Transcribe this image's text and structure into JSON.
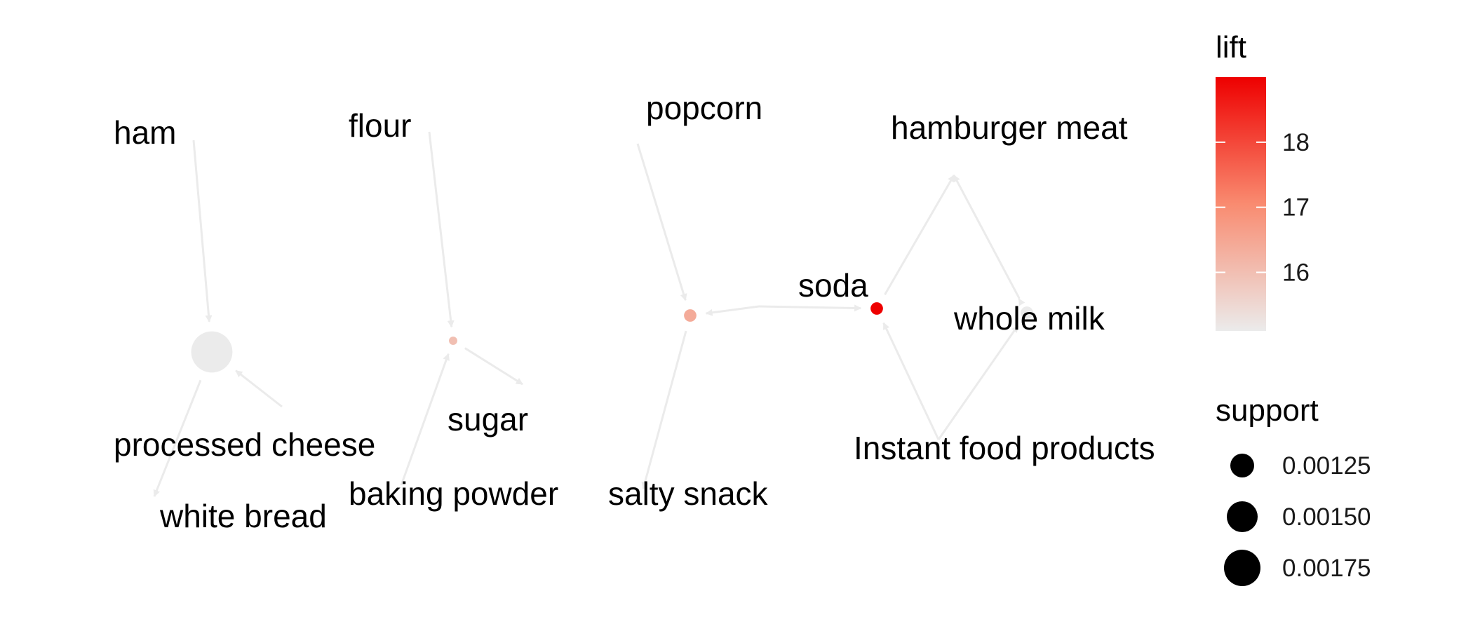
{
  "graph": {
    "item_nodes": [
      {
        "id": "ham",
        "label": "ham"
      },
      {
        "id": "processed_cheese",
        "label": "processed cheese"
      },
      {
        "id": "white_bread",
        "label": "white bread"
      },
      {
        "id": "flour",
        "label": "flour"
      },
      {
        "id": "baking_powder",
        "label": "baking powder"
      },
      {
        "id": "sugar",
        "label": "sugar"
      },
      {
        "id": "popcorn",
        "label": "popcorn"
      },
      {
        "id": "soda",
        "label": "soda"
      },
      {
        "id": "salty_snack",
        "label": "salty snack"
      },
      {
        "id": "hamburger_meat",
        "label": "hamburger meat"
      },
      {
        "id": "whole_milk",
        "label": "whole milk"
      },
      {
        "id": "instant_food",
        "label": "Instant food products"
      }
    ],
    "rule_nodes": [
      {
        "id": "rule1",
        "lift": 15.1,
        "support": 0.0019
      },
      {
        "id": "rule2",
        "lift": 16.0,
        "support": 0.0011
      },
      {
        "id": "rule3",
        "lift": 16.4,
        "support": 0.0012
      },
      {
        "id": "rule4",
        "lift": 19.0,
        "support": 0.0012
      },
      {
        "id": "rule5",
        "lift": 15.1,
        "support": 0.0012
      }
    ],
    "edges": [
      {
        "from": "ham",
        "to": "rule1"
      },
      {
        "from": "processed_cheese",
        "to": "rule1"
      },
      {
        "from": "rule1",
        "to": "white_bread"
      },
      {
        "from": "flour",
        "to": "rule2"
      },
      {
        "from": "baking_powder",
        "to": "rule2"
      },
      {
        "from": "rule2",
        "to": "sugar"
      },
      {
        "from": "popcorn",
        "to": "rule3"
      },
      {
        "from": "soda",
        "to": "rule3"
      },
      {
        "from": "rule3",
        "to": "salty_snack"
      },
      {
        "from": "soda",
        "to": "rule4"
      },
      {
        "from": "instant_food",
        "to": "rule4"
      },
      {
        "from": "rule4",
        "to": "hamburger_meat"
      },
      {
        "from": "whole_milk",
        "to": "rule5"
      },
      {
        "from": "instant_food",
        "to": "rule5"
      },
      {
        "from": "rule5",
        "to": "hamburger_meat"
      }
    ]
  },
  "legend": {
    "lift": {
      "title": "lift",
      "min": 15.1,
      "max": 19.0,
      "ticks": [
        16,
        17,
        18
      ],
      "tick_labels": [
        "16",
        "17",
        "18"
      ],
      "color_low": "#ebebeb",
      "color_high": "#ee0000"
    },
    "support": {
      "title": "support",
      "values": [
        0.00125,
        0.0015,
        0.00175
      ],
      "labels": [
        "0.00125",
        "0.00150",
        "0.00175"
      ]
    }
  }
}
